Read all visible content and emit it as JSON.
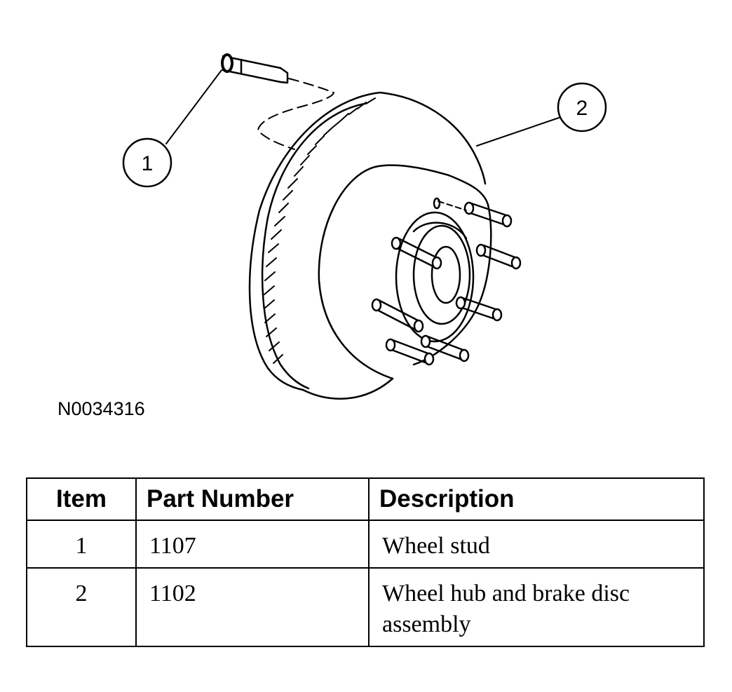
{
  "figure": {
    "id": "N0034316",
    "callouts": [
      "1",
      "2"
    ]
  },
  "table": {
    "headers": [
      "Item",
      "Part Number",
      "Description"
    ],
    "rows": [
      {
        "item": "1",
        "part_number": "1107",
        "description": "Wheel stud"
      },
      {
        "item": "2",
        "part_number": "1102",
        "description": "Wheel hub and brake disc assembly"
      }
    ]
  }
}
